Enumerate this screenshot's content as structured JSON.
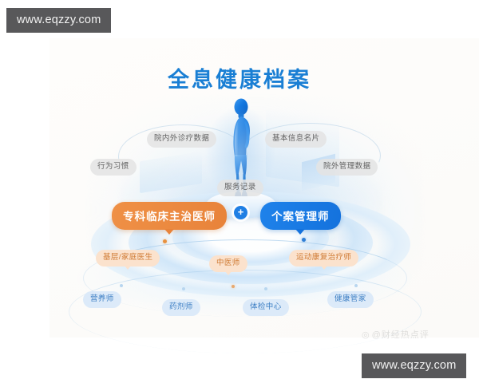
{
  "page": {
    "title": "全息健康档案",
    "accent_blue": "#1a7fd4",
    "accent_orange": "#e8833a",
    "background": "#fdfcfa"
  },
  "watermarks": {
    "top_left_url": "www.eqzzy.com",
    "bottom_right_url": "www.eqzzy.com",
    "faint_signature": "@财经热点评",
    "faint_signature_glyph": "◎"
  },
  "figure": {
    "name": "human-body-silhouette",
    "color": "#1478e0"
  },
  "data_sources": [
    {
      "id": "clinical-data",
      "label": "院内外诊疗数据",
      "style": "grey"
    },
    {
      "id": "basic-profile",
      "label": "基本信息名片",
      "style": "grey"
    },
    {
      "id": "behavior-habits",
      "label": "行为习惯",
      "style": "grey"
    },
    {
      "id": "offsite-mgmt",
      "label": "院外管理数据",
      "style": "grey"
    },
    {
      "id": "service-records",
      "label": "服务记录",
      "style": "grey"
    }
  ],
  "core_roles": [
    {
      "id": "specialist-physician",
      "label": "专科临床主治医师",
      "color": "#e8833a",
      "style": "orange"
    },
    {
      "id": "case-manager",
      "label": "个案管理师",
      "color": "#1472dd",
      "style": "blue"
    }
  ],
  "connector": {
    "label": "+"
  },
  "tier_two": [
    {
      "id": "primary-family-doctor",
      "label": "基层/家庭医生",
      "style": "peach"
    },
    {
      "id": "tcm-practitioner",
      "label": "中医师",
      "style": "peach"
    },
    {
      "id": "sports-rehab",
      "label": "运动康复治疗师",
      "style": "peach"
    }
  ],
  "tier_three": [
    {
      "id": "dietitian",
      "label": "营养师",
      "style": "ice"
    },
    {
      "id": "pharmacist",
      "label": "药剂师",
      "style": "ice"
    },
    {
      "id": "checkup-center",
      "label": "体检中心",
      "style": "ice"
    },
    {
      "id": "health-steward",
      "label": "健康管家",
      "style": "ice"
    }
  ]
}
